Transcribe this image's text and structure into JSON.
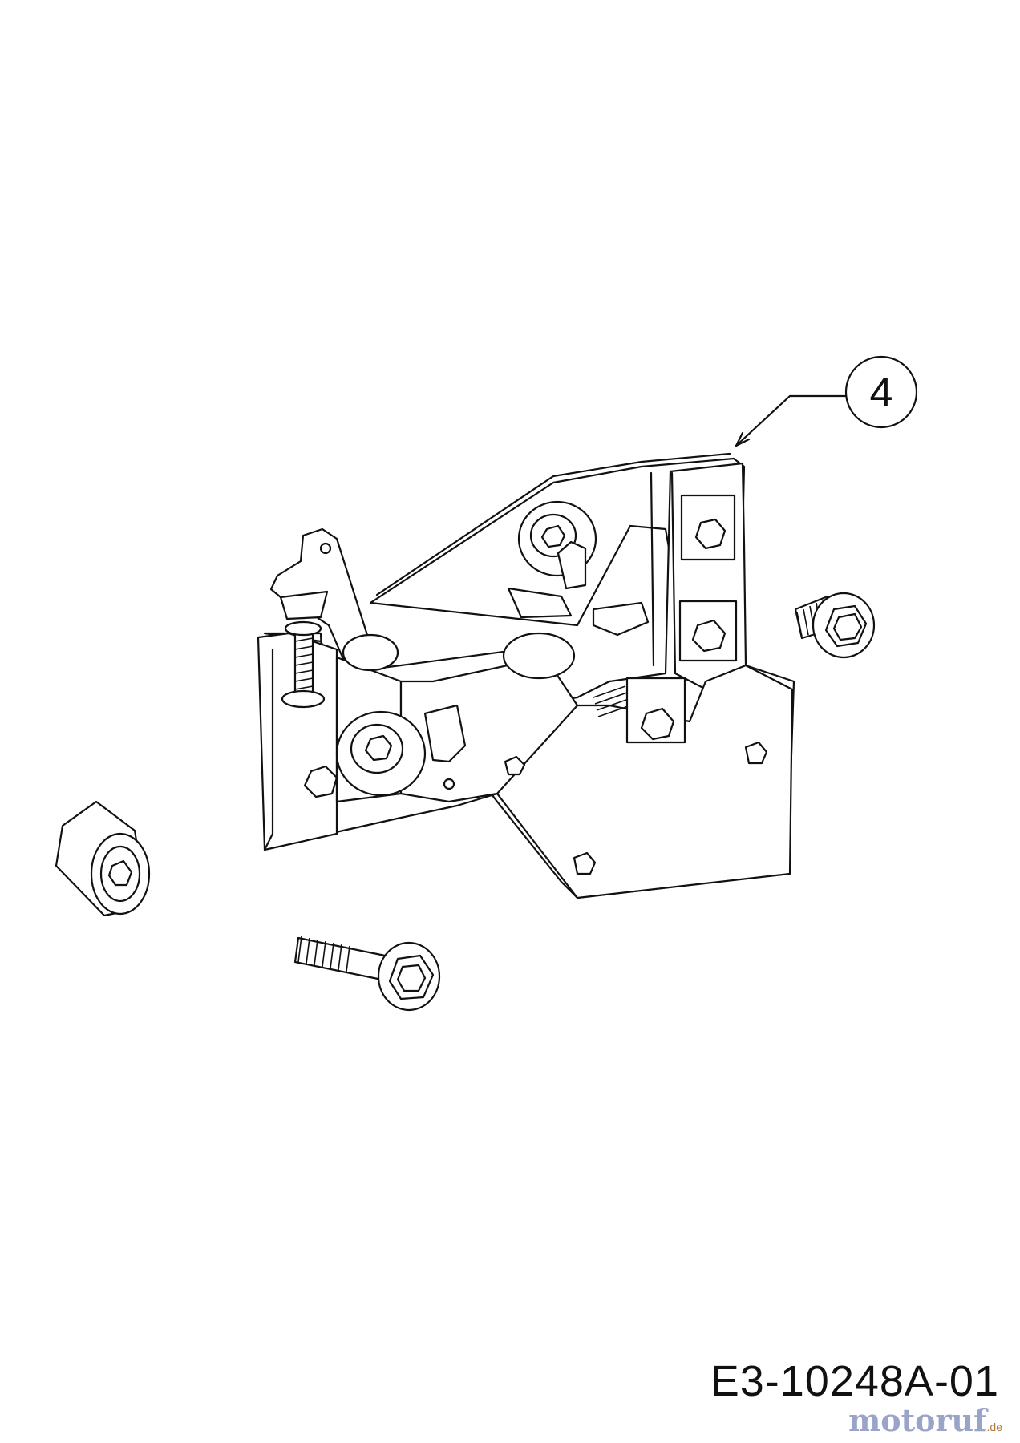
{
  "callouts": [
    {
      "label": "4",
      "part": "bracket-assembly"
    }
  ],
  "diagram": {
    "code": "E3-10248A-01"
  },
  "watermark": {
    "brand": "motoruf",
    "tld": ".de",
    "color": "#9aa3c8"
  },
  "parts": [
    "spacer",
    "bolt-short",
    "bolt-long",
    "bracket-assembly"
  ]
}
